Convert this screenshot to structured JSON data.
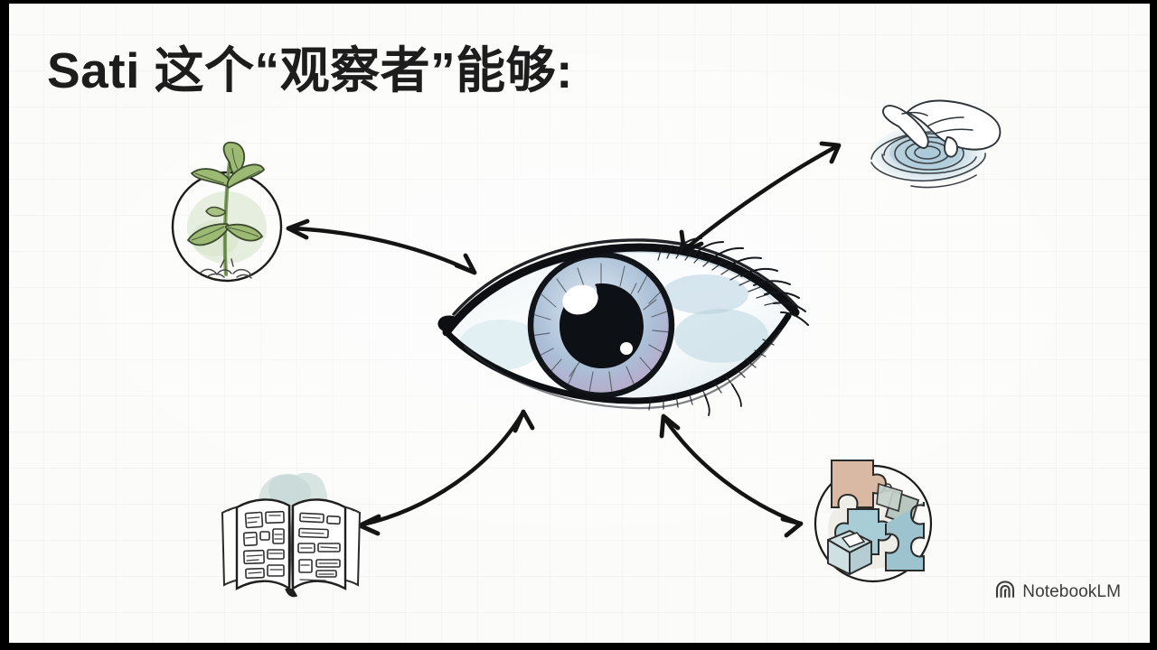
{
  "slide": {
    "title": "Sati 这个“观察者”能够:",
    "background_color": "#fbfbfa",
    "text_color": "#1d1d1d",
    "grid": "on"
  },
  "diagram": {
    "type": "hub-and-spoke",
    "center": {
      "name": "eye",
      "description": "watercolor illustration of an open human eye",
      "iris_color": "#b9cede",
      "pupil_color": "#111318",
      "sclera_color": "#ffffff",
      "lid_shadow_color": "#c7d7e2"
    },
    "nodes": [
      {
        "id": "plant",
        "description": "green sprout seedling inside a hand-drawn circle",
        "position": "top-left",
        "accent_color": "#7fa05a",
        "wash_color": "#d8e6cf"
      },
      {
        "id": "water-ripple",
        "description": "hand touching water creating concentric ripples",
        "position": "top-right",
        "accent_color": "#9fbccd",
        "wash_color": "#c5d9e3"
      },
      {
        "id": "open-book",
        "description": "open book with text and illustrations on both pages",
        "position": "bottom-left",
        "accent_color": "#3a3a3a",
        "wash_color": "#cfdfdc"
      },
      {
        "id": "puzzle",
        "description": "interlocking puzzle pieces and cubes inside a circle",
        "position": "bottom-right",
        "accent_color": "#9dc3ce",
        "wash_color": "#d9b9a4"
      }
    ],
    "connectors": {
      "count": 4,
      "style": "hand-drawn double-headed curved arrow",
      "color": "#141414"
    }
  },
  "watermark": {
    "label": "NotebookLM",
    "icon": "notebooklm-spiral-icon"
  }
}
